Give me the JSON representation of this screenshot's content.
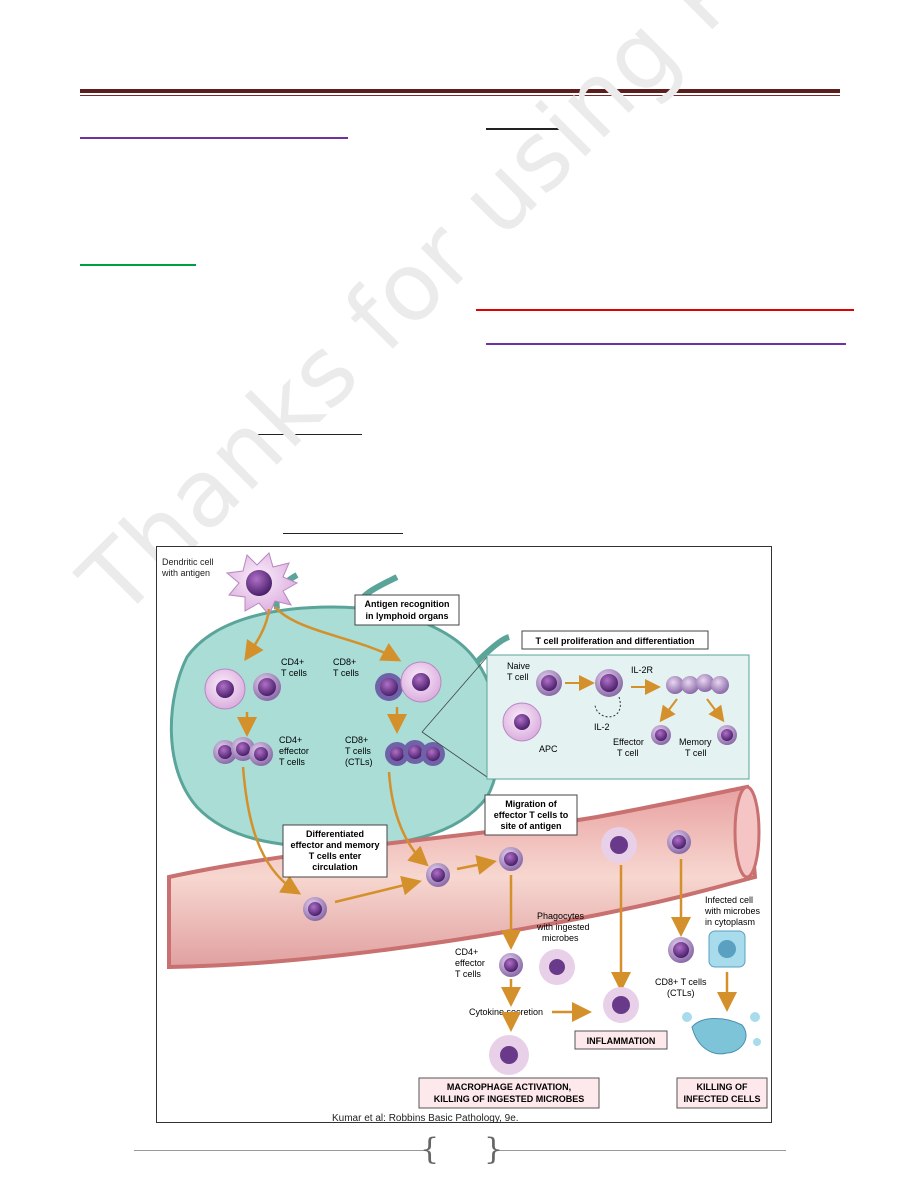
{
  "watermark": {
    "text": "Thanks for using PDF Suite"
  },
  "figure": {
    "labels": {
      "dendritic": [
        "Dendritic cell",
        "with antigen"
      ],
      "antigen_recognition": [
        "Antigen recognition",
        "in lymphoid organs"
      ],
      "tcell_prolif": "T cell proliferation and differentiation",
      "cd4_tcells": [
        "CD4+",
        "T cells"
      ],
      "cd8_tcells": [
        "CD8+",
        "T cells"
      ],
      "cd4_effector": [
        "CD4+",
        "effector",
        "T cells"
      ],
      "cd8_ctls": [
        "CD8+",
        "T cells",
        "(CTLs)"
      ],
      "naive": [
        "Naive",
        "T cell"
      ],
      "il2r": "IL-2R",
      "il2": "IL-2",
      "apc": "APC",
      "effector_tcell": [
        "Effector",
        "T cell"
      ],
      "memory_tcell": [
        "Memory",
        "T cell"
      ],
      "migration": [
        "Migration of",
        "effector T cells to",
        "site of antigen"
      ],
      "differentiated": [
        "Differentiated",
        "effector and memory",
        "T cells enter",
        "circulation"
      ],
      "phagocytes": [
        "Phagocytes",
        "with ingested",
        "microbes"
      ],
      "cd4_effector_lower": [
        "CD4+",
        "effector",
        "T cells"
      ],
      "infected_cell": [
        "Infected cell",
        "with microbes",
        "in cytoplasm"
      ],
      "cd8_ctls_lower": [
        "CD8+ T cells",
        "(CTLs)"
      ],
      "cytokine": "Cytokine secretion",
      "inflammation": "INFLAMMATION",
      "macrophage": [
        "MACROPHAGE ACTIVATION,",
        "KILLING OF INGESTED MICROBES"
      ],
      "killing": [
        "KILLING OF",
        "INFECTED CELLS"
      ]
    },
    "credit": "Kumar et al: Robbins Basic Pathology, 9e."
  }
}
